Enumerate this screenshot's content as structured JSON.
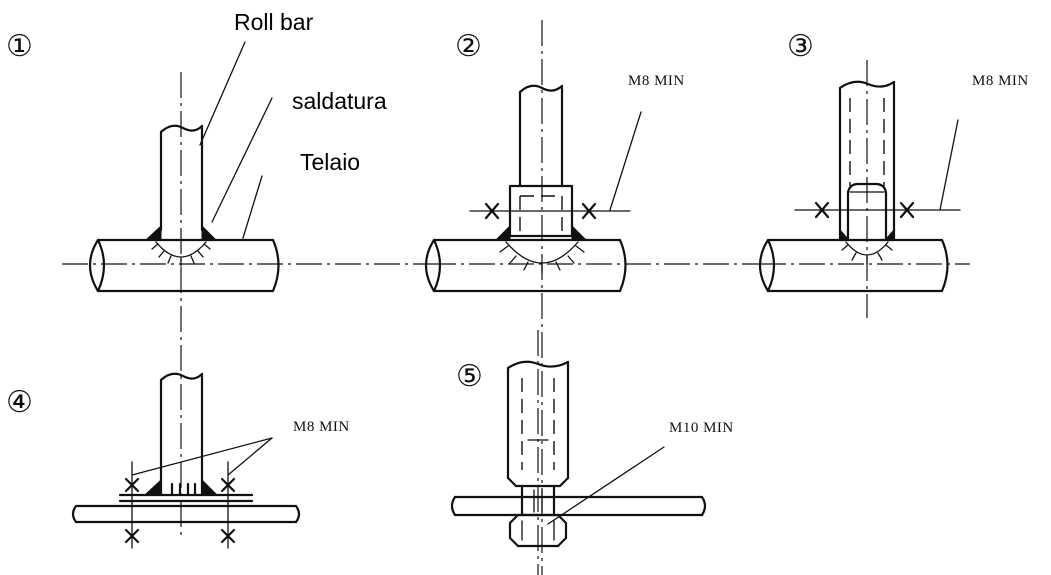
{
  "labels": {
    "roll_bar": "Roll bar",
    "saldatura": "saldatura",
    "telaio": "Telaio",
    "m8_min_2": "M8  MIN",
    "m8_min_3": "M8  MIN",
    "m8_min_4": "M8  MIN",
    "m10_min_5": "M10  MIN"
  },
  "figure_numbers": [
    "①",
    "②",
    "③",
    "④",
    "⑤"
  ],
  "colors": {
    "line": "#111111",
    "background": "#ffffff"
  }
}
